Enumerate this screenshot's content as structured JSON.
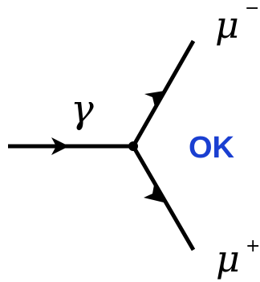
{
  "diagram": {
    "photon_label": "γ",
    "muon_minus": {
      "symbol": "μ",
      "charge": "−"
    },
    "muon_plus": {
      "symbol": "μ",
      "charge": "+"
    },
    "status_label": "OK"
  },
  "colors": {
    "lines": "#000000",
    "status": "#1a3fd1",
    "background": "#ffffff"
  }
}
